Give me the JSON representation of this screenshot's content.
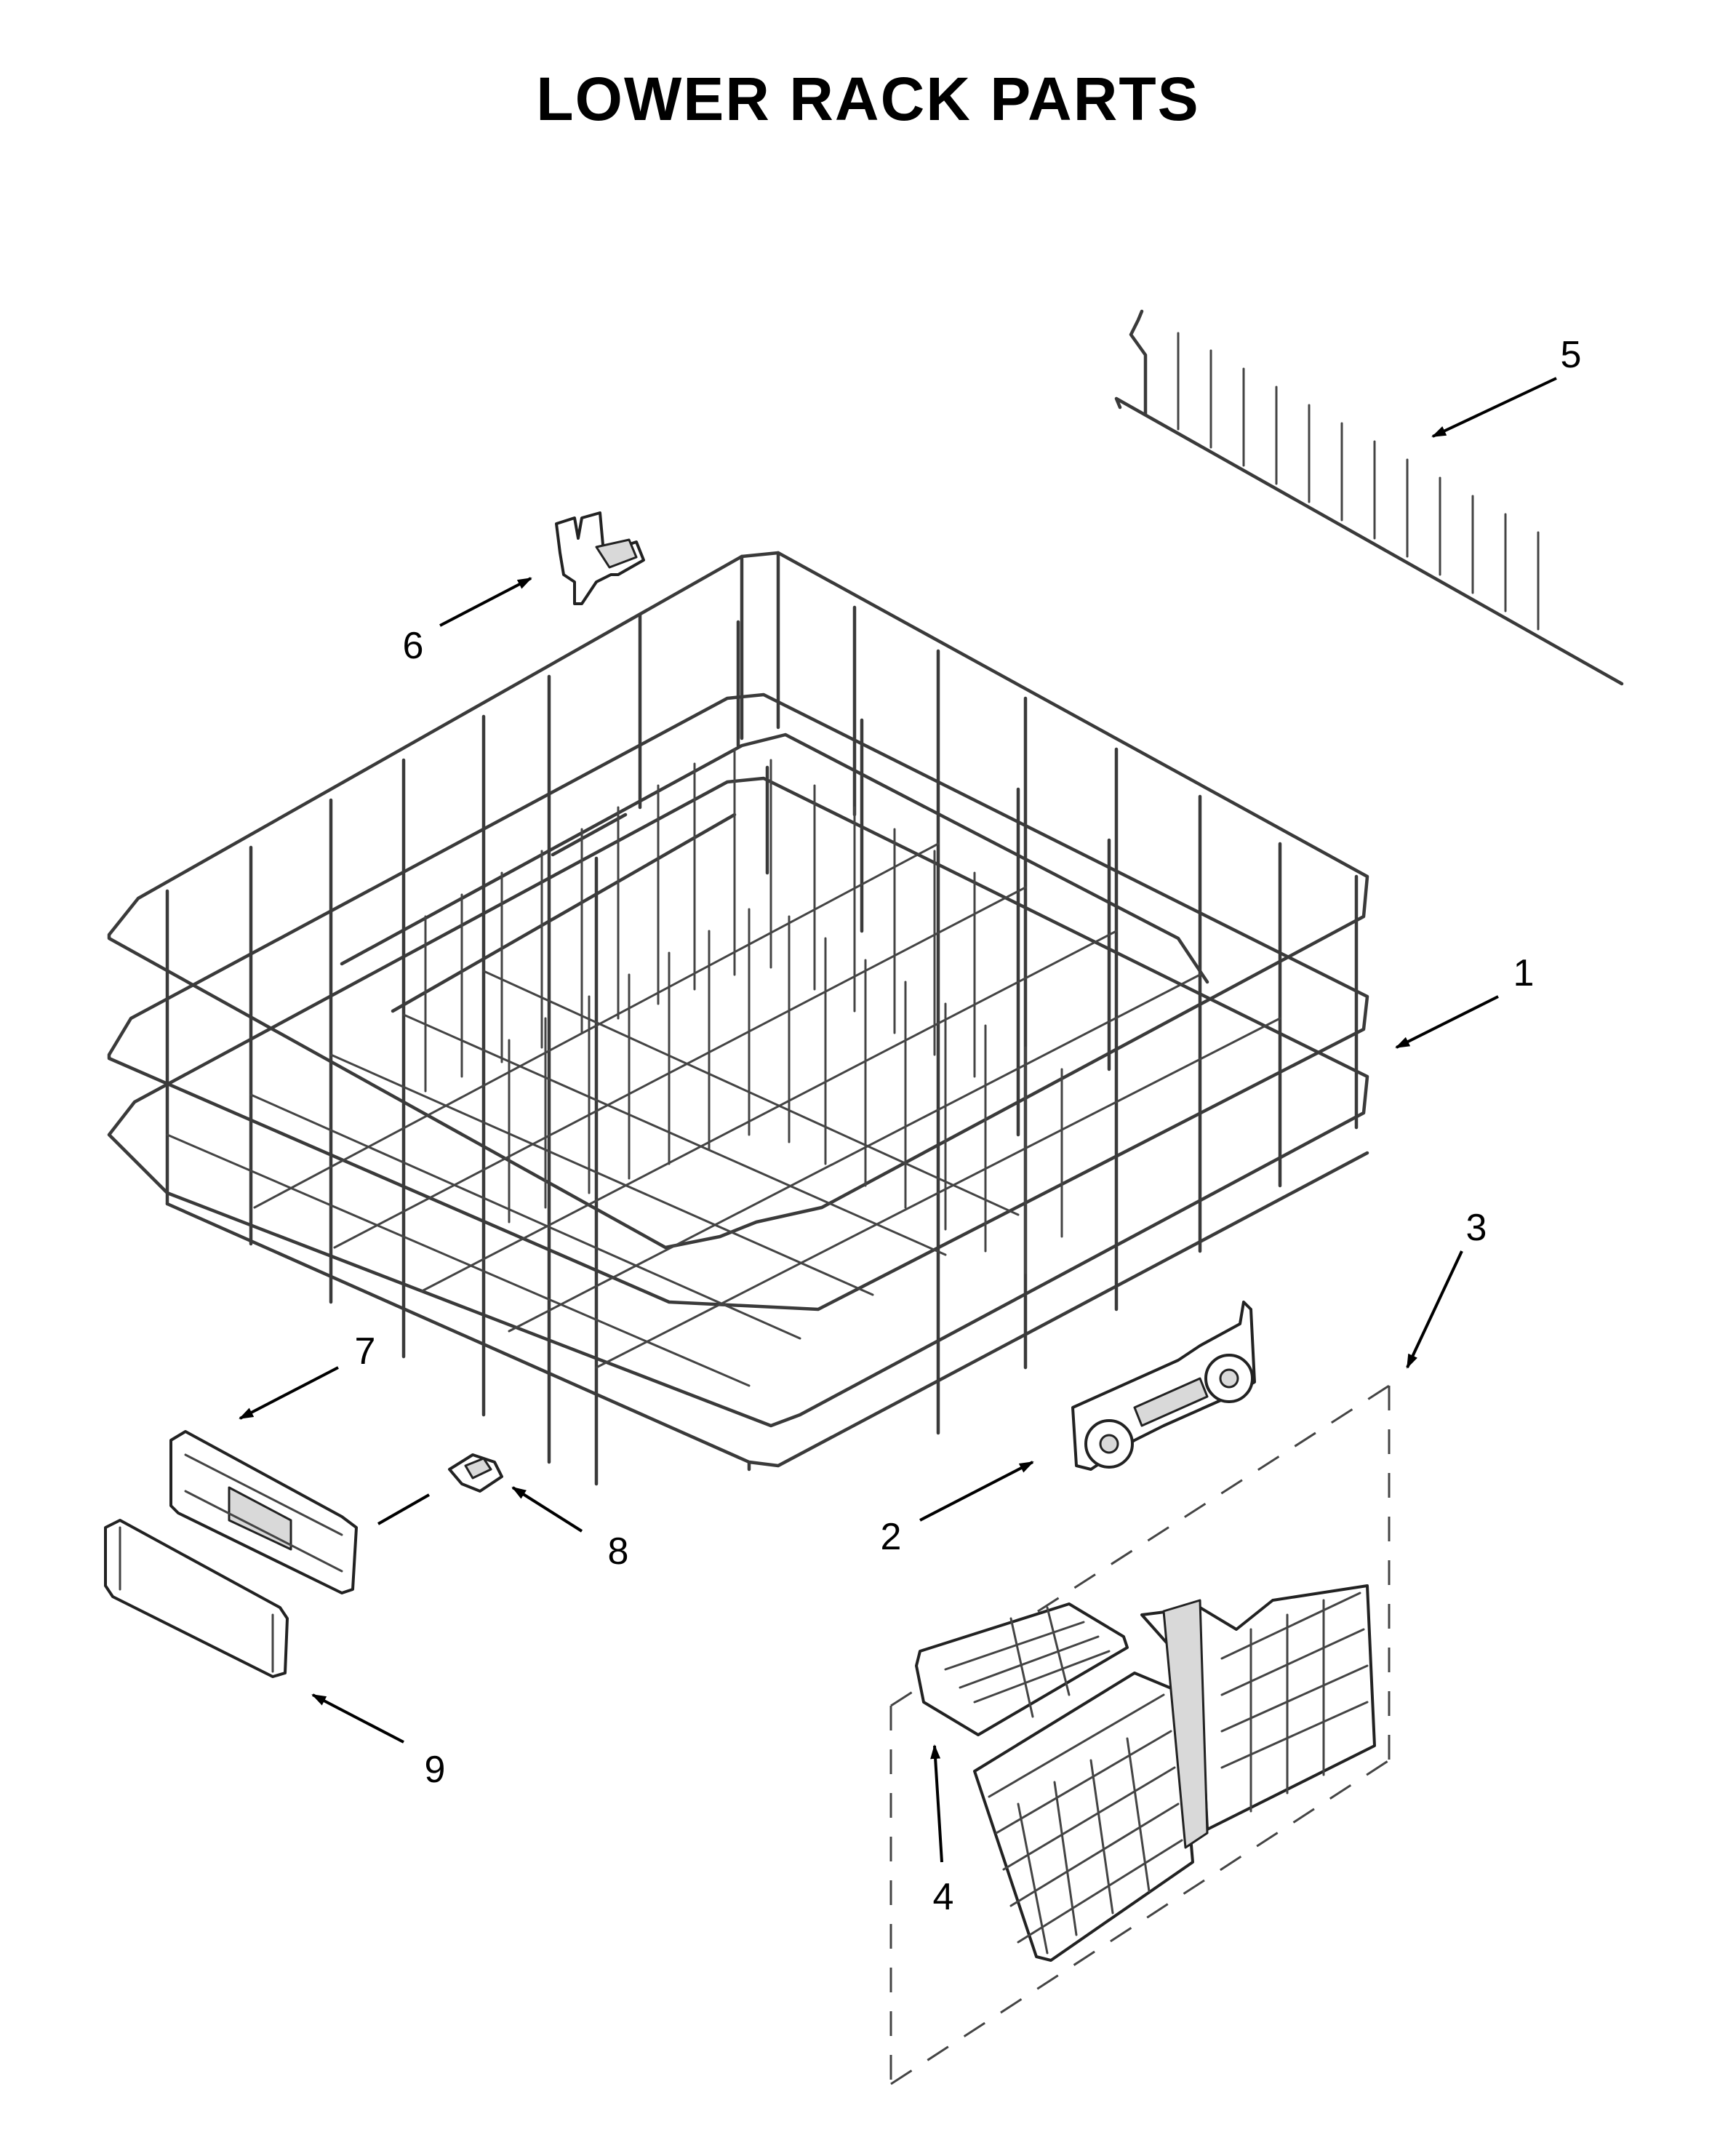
{
  "title": "LOWER RACK PARTS",
  "callouts": [
    {
      "label": "1"
    },
    {
      "label": "2"
    },
    {
      "label": "3"
    },
    {
      "label": "4"
    },
    {
      "label": "5"
    },
    {
      "label": "6"
    },
    {
      "label": "7"
    },
    {
      "label": "8"
    },
    {
      "label": "9"
    }
  ]
}
